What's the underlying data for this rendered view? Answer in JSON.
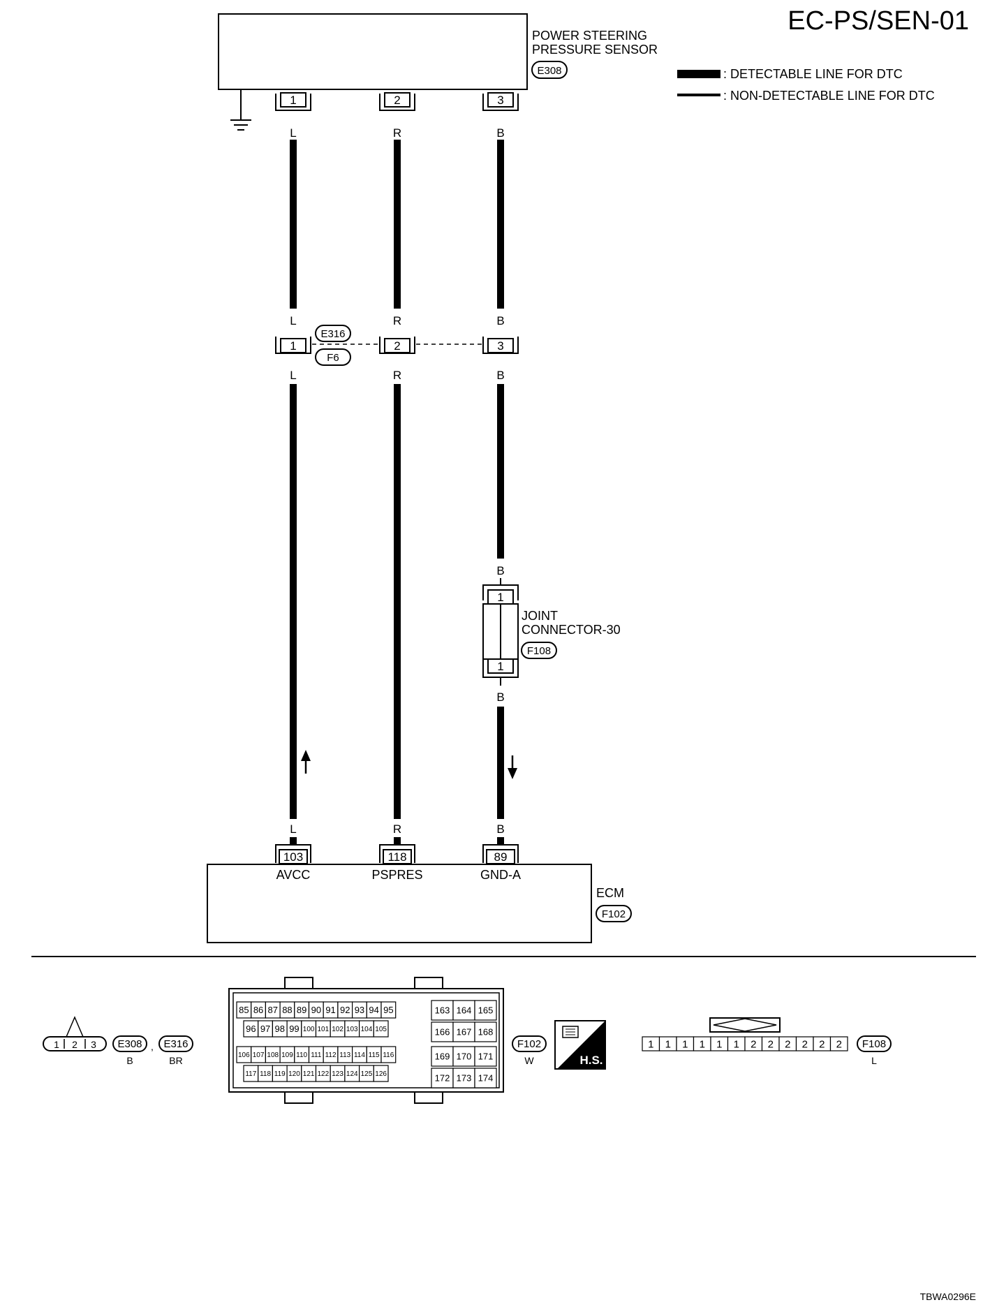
{
  "title": "EC-PS/SEN-01",
  "footer_code": "TBWA0296E",
  "legend": {
    "detectable": ": DETECTABLE LINE FOR DTC",
    "non_detectable": ": NON-DETECTABLE LINE FOR DTC"
  },
  "sensor": {
    "name_line1": "POWER STEERING",
    "name_line2": "PRESSURE SENSOR",
    "connector": "E308",
    "pins": [
      "1",
      "2",
      "3"
    ]
  },
  "wires": {
    "colors": [
      "L",
      "R",
      "B"
    ]
  },
  "harness": {
    "connector_top": "E316",
    "connector_bottom": "F6",
    "pins": [
      "1",
      "2",
      "3"
    ]
  },
  "joint": {
    "name_line1": "JOINT",
    "name_line2": "CONNECTOR-30",
    "connector": "F108",
    "pin_top": "1",
    "pin_bottom": "1"
  },
  "ecm": {
    "name": "ECM",
    "connector": "F102",
    "pins": [
      "103",
      "118",
      "89"
    ],
    "terminals": [
      "AVCC",
      "PSPRES",
      "GND-A"
    ]
  },
  "connector_views": {
    "small": {
      "pins": [
        "1",
        "2",
        "3"
      ],
      "labels": [
        "E308",
        "E316"
      ],
      "separator": ",",
      "colors": [
        "B",
        "BR"
      ]
    },
    "ecm": {
      "row1": [
        "85",
        "86",
        "87",
        "88",
        "89",
        "90",
        "91",
        "92",
        "93",
        "94",
        "95"
      ],
      "row2": [
        "96",
        "97",
        "98",
        "99",
        "100",
        "101",
        "102",
        "103",
        "104",
        "105"
      ],
      "row3": [
        "106",
        "107",
        "108",
        "109",
        "110",
        "111",
        "112",
        "113",
        "114",
        "115",
        "116"
      ],
      "row4": [
        "117",
        "118",
        "119",
        "120",
        "121",
        "122",
        "123",
        "124",
        "125",
        "126"
      ],
      "grid": [
        [
          "163",
          "164",
          "165"
        ],
        [
          "166",
          "167",
          "168"
        ],
        [
          "169",
          "170",
          "171"
        ],
        [
          "172",
          "173",
          "174"
        ]
      ],
      "label": "F102",
      "color": "W",
      "hs_text": "H.S."
    },
    "joint": {
      "pins": [
        "1",
        "1",
        "1",
        "1",
        "1",
        "1",
        "2",
        "2",
        "2",
        "2",
        "2",
        "2"
      ],
      "label": "F108",
      "color": "L"
    }
  }
}
